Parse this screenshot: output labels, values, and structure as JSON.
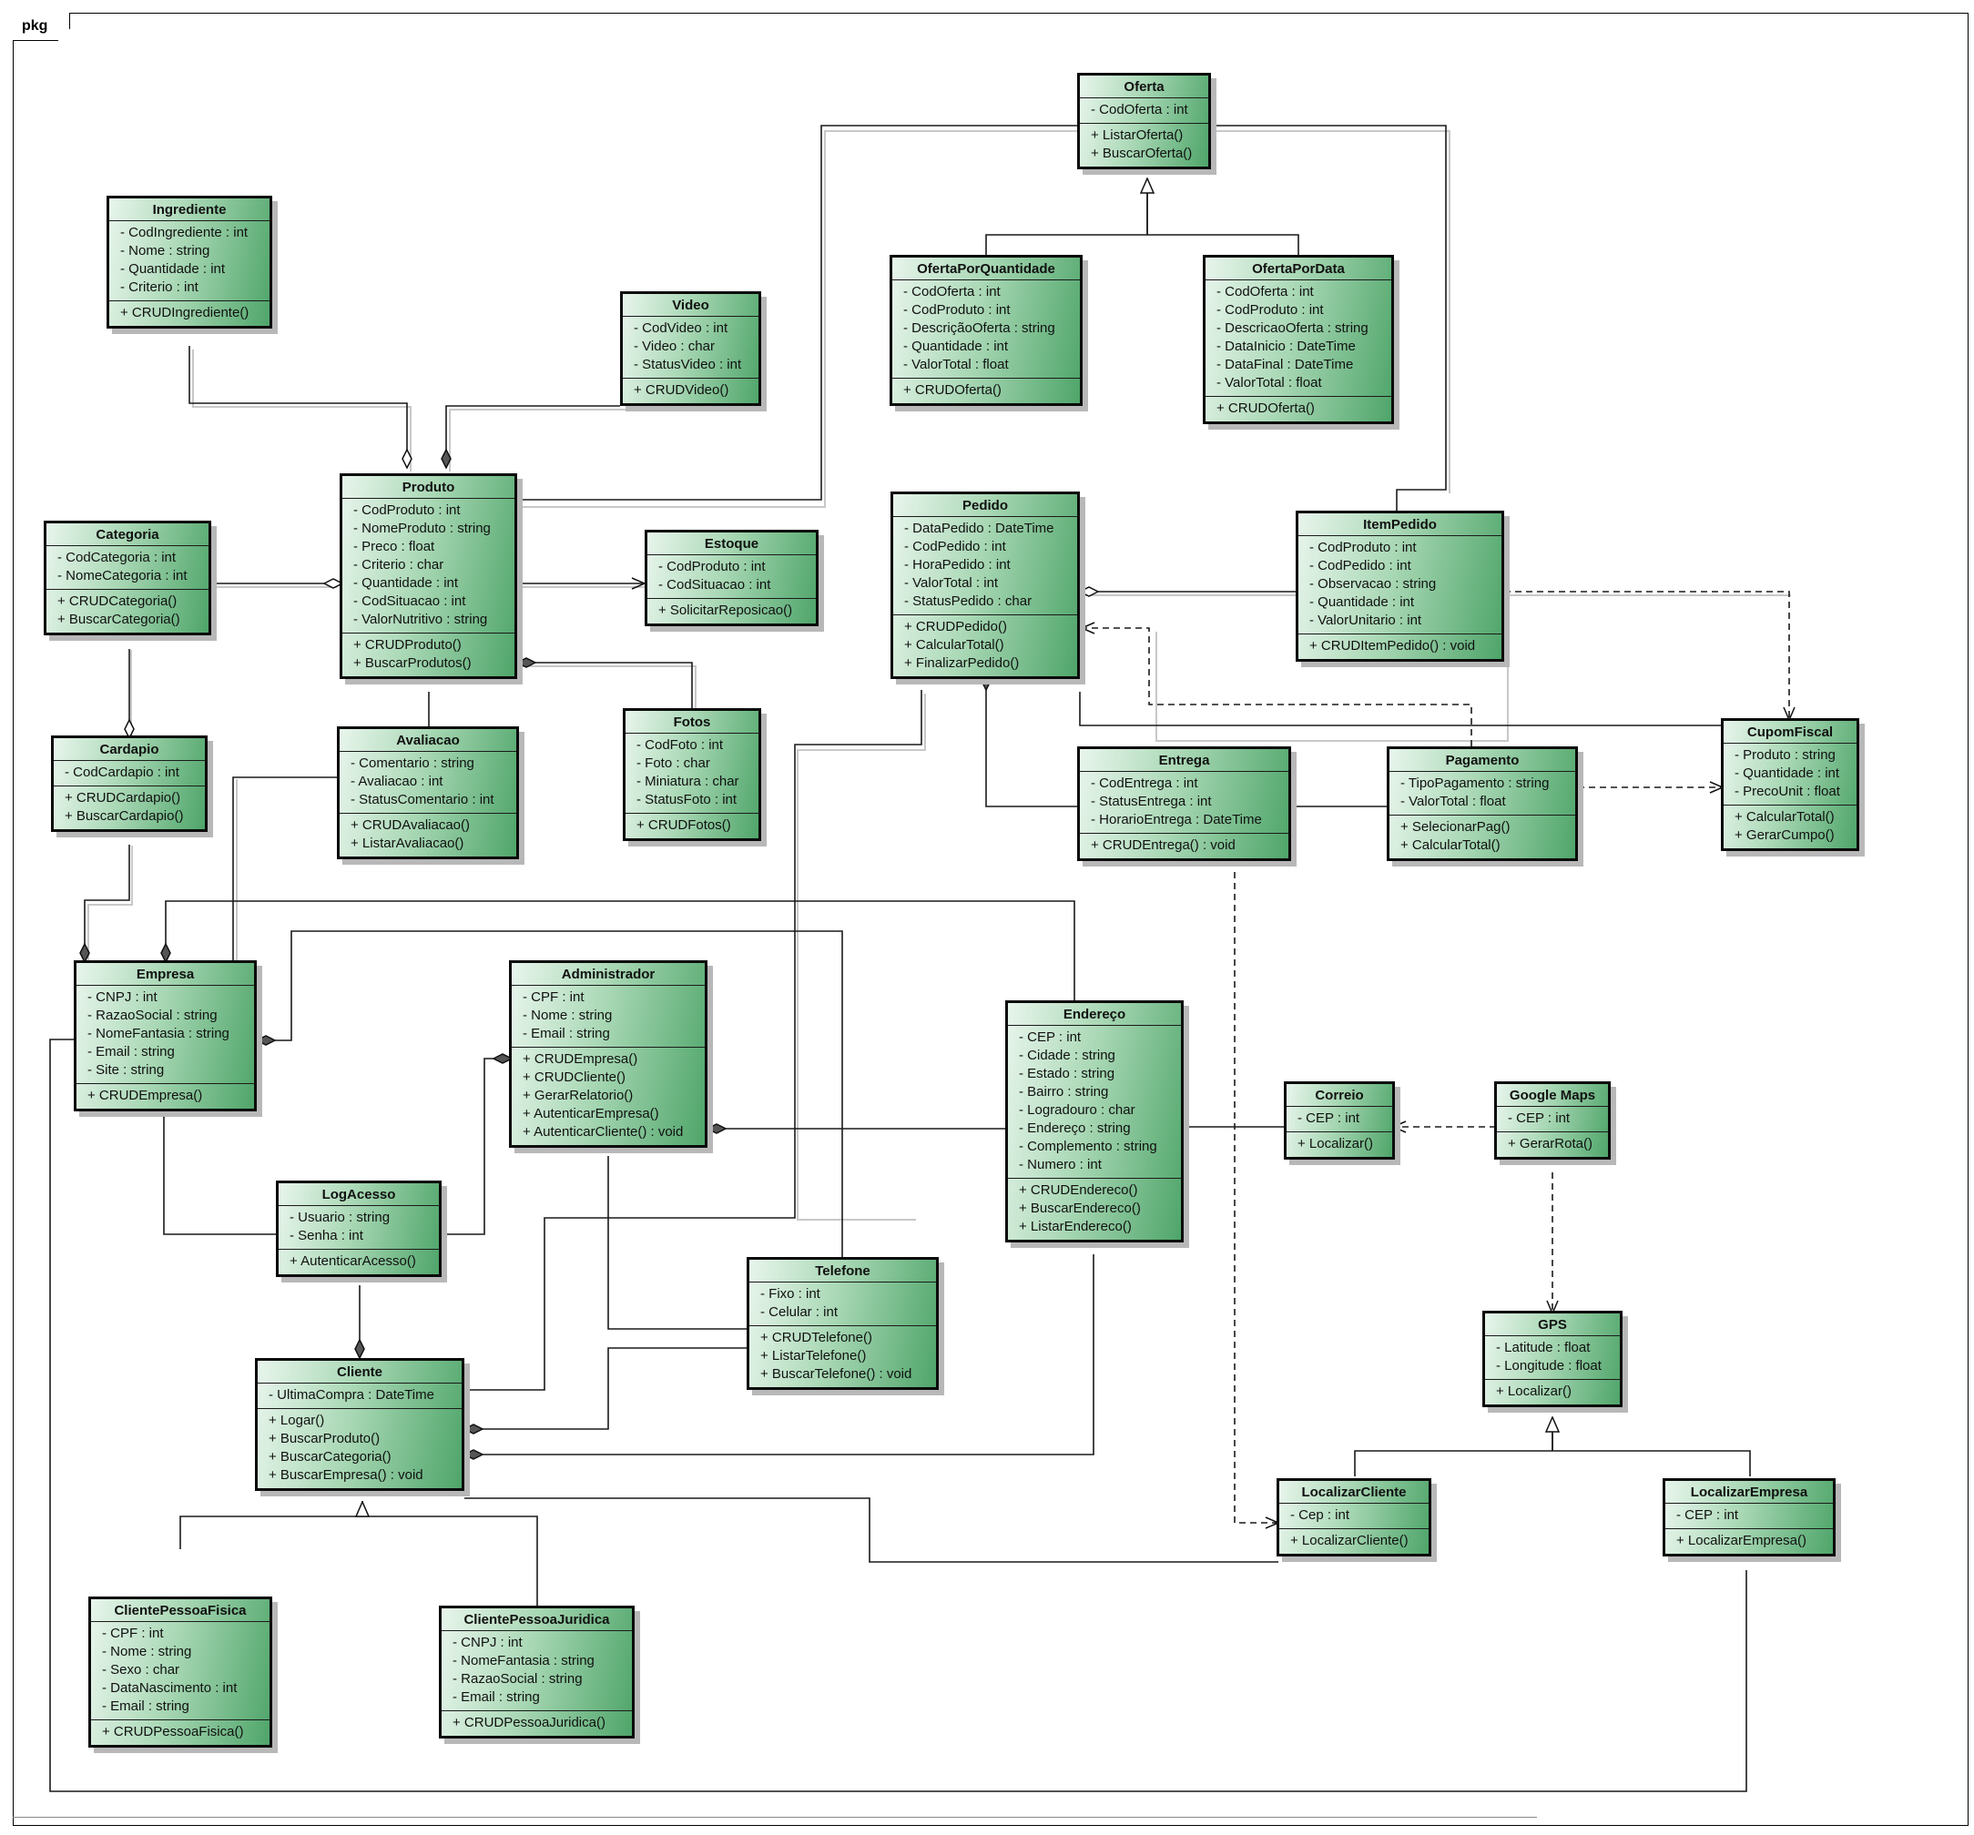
{
  "package": {
    "label": "pkg"
  },
  "classes": [
    {
      "id": "oferta",
      "name": "Oferta",
      "attrs": [
        "- CodOferta : int"
      ],
      "ops": [
        "+ ListarOferta()",
        "+ BuscarOferta()"
      ]
    },
    {
      "id": "ingrediente",
      "name": "Ingrediente",
      "attrs": [
        "- CodIngrediente : int",
        "- Nome : string",
        "- Quantidade : int",
        "- Criterio : int"
      ],
      "ops": [
        "+ CRUDIngrediente()"
      ]
    },
    {
      "id": "video",
      "name": "Video",
      "attrs": [
        "- CodVideo : int",
        "- Video : char",
        "- StatusVideo : int"
      ],
      "ops": [
        "+ CRUDVideo()"
      ]
    },
    {
      "id": "ofertaporquantidade",
      "name": "OfertaPorQuantidade",
      "attrs": [
        "- CodOferta : int",
        "- CodProduto : int",
        "- DescriçãoOferta : string",
        "- Quantidade : int",
        "- ValorTotal : float"
      ],
      "ops": [
        "+ CRUDOferta()"
      ]
    },
    {
      "id": "ofertapordata",
      "name": "OfertaPorData",
      "attrs": [
        "- CodOferta : int",
        "- CodProduto : int",
        "- DescricaoOferta : string",
        "- DataInicio : DateTime",
        "- DataFinal : DateTime",
        "- ValorTotal : float"
      ],
      "ops": [
        "+ CRUDOferta()"
      ]
    },
    {
      "id": "produto",
      "name": "Produto",
      "attrs": [
        "- CodProduto : int",
        "- NomeProduto : string",
        "- Preco : float",
        "- Criterio : char",
        "- Quantidade : int",
        "- CodSituacao : int",
        "- ValorNutritivo : string"
      ],
      "ops": [
        "+ CRUDProduto()",
        "+ BuscarProdutos()"
      ]
    },
    {
      "id": "pedido",
      "name": "Pedido",
      "attrs": [
        "- DataPedido : DateTime",
        "- CodPedido : int",
        "- HoraPedido : int",
        "- ValorTotal : int",
        "- StatusPedido : char"
      ],
      "ops": [
        "+ CRUDPedido()",
        "+ CalcularTotal()",
        "+ FinalizarPedido()"
      ]
    },
    {
      "id": "itempedido",
      "name": "ItemPedido",
      "attrs": [
        "- CodProduto : int",
        "- CodPedido : int",
        "- Observacao : string",
        "- Quantidade : int",
        "- ValorUnitario : int"
      ],
      "ops": [
        "+ CRUDItemPedido() : void"
      ]
    },
    {
      "id": "categoria",
      "name": "Categoria",
      "attrs": [
        "- CodCategoria : int",
        "- NomeCategoria : int"
      ],
      "ops": [
        "+ CRUDCategoria()",
        "+ BuscarCategoria()"
      ]
    },
    {
      "id": "estoque",
      "name": "Estoque",
      "attrs": [
        "- CodProduto : int",
        "- CodSituacao : int"
      ],
      "ops": [
        "+ SolicitarReposicao()"
      ]
    },
    {
      "id": "cupomfiscal",
      "name": "CupomFiscal",
      "attrs": [
        "- Produto : string",
        "- Quantidade : int",
        "- PrecoUnit : float"
      ],
      "ops": [
        "+ CalcularTotal()",
        "+ GerarCumpo()"
      ]
    },
    {
      "id": "fotos",
      "name": "Fotos",
      "attrs": [
        "- CodFoto : int",
        "- Foto : char",
        "- Miniatura : char",
        "- StatusFoto : int"
      ],
      "ops": [
        "+ CRUDFotos()"
      ]
    },
    {
      "id": "cardapio",
      "name": "Cardapio",
      "attrs": [
        "- CodCardapio : int"
      ],
      "ops": [
        "+ CRUDCardapio()",
        "+ BuscarCardapio()"
      ]
    },
    {
      "id": "avaliacao",
      "name": "Avaliacao",
      "attrs": [
        "- Comentario : string",
        "- Avaliacao : int",
        "- StatusComentario : int"
      ],
      "ops": [
        "+ CRUDAvaliacao()",
        "+ ListarAvaliacao()"
      ]
    },
    {
      "id": "entrega",
      "name": "Entrega",
      "attrs": [
        "- CodEntrega : int",
        "- StatusEntrega : int",
        "- HorarioEntrega : DateTime"
      ],
      "ops": [
        "+ CRUDEntrega() : void"
      ]
    },
    {
      "id": "pagamento",
      "name": "Pagamento",
      "attrs": [
        "- TipoPagamento : string",
        "- ValorTotal : float"
      ],
      "ops": [
        "+ SelecionarPag()",
        "+ CalcularTotal()"
      ]
    },
    {
      "id": "empresa",
      "name": "Empresa",
      "attrs": [
        "- CNPJ : int",
        "- RazaoSocial : string",
        "- NomeFantasia : string",
        "- Email : string",
        "- Site : string"
      ],
      "ops": [
        "+ CRUDEmpresa()"
      ]
    },
    {
      "id": "administrador",
      "name": "Administrador",
      "attrs": [
        "- CPF : int",
        "- Nome : string",
        "- Email : string"
      ],
      "ops": [
        "+ CRUDEmpresa()",
        "+ CRUDCliente()",
        "+ GerarRelatorio()",
        "+ AutenticarEmpresa()",
        "+ AutenticarCliente() : void"
      ]
    },
    {
      "id": "endereco",
      "name": "Endereço",
      "attrs": [
        "- CEP : int",
        "- Cidade : string",
        "- Estado : string",
        "- Bairro : string",
        "- Logradouro : char",
        "- Endereço : string",
        "- Complemento : string",
        "- Numero : int"
      ],
      "ops": [
        "+ CRUDEndereco()",
        "+ BuscarEndereco()",
        "+ ListarEndereco()"
      ]
    },
    {
      "id": "correio",
      "name": "Correio",
      "attrs": [
        "- CEP : int"
      ],
      "ops": [
        "+ Localizar()"
      ]
    },
    {
      "id": "googlemaps",
      "name": "Google Maps",
      "attrs": [
        "- CEP : int"
      ],
      "ops": [
        "+ GerarRota()"
      ]
    },
    {
      "id": "logacesso",
      "name": "LogAcesso",
      "attrs": [
        "- Usuario : string",
        "- Senha : int"
      ],
      "ops": [
        "+ AutenticarAcesso()"
      ]
    },
    {
      "id": "telefone",
      "name": "Telefone",
      "attrs": [
        "- Fixo : int",
        "- Celular : int"
      ],
      "ops": [
        "+ CRUDTelefone()",
        "+ ListarTelefone()",
        "+ BuscarTelefone() : void"
      ]
    },
    {
      "id": "gps",
      "name": "GPS",
      "attrs": [
        "- Latitude : float",
        "- Longitude : float"
      ],
      "ops": [
        "+ Localizar()"
      ]
    },
    {
      "id": "cliente",
      "name": "Cliente",
      "attrs": [
        "- UltimaCompra : DateTime"
      ],
      "ops": [
        "+ Logar()",
        "+ BuscarProduto()",
        "+ BuscarCategoria()",
        "+ BuscarEmpresa() : void"
      ]
    },
    {
      "id": "localizarcliente",
      "name": "LocalizarCliente",
      "attrs": [
        "- Cep : int"
      ],
      "ops": [
        "+ LocalizarCliente()"
      ]
    },
    {
      "id": "localizarempresa",
      "name": "LocalizarEmpresa",
      "attrs": [
        "- CEP : int"
      ],
      "ops": [
        "+ LocalizarEmpresa()"
      ]
    },
    {
      "id": "clientepessoafisica",
      "name": "ClientePessoaFisica",
      "attrs": [
        "- CPF : int",
        "- Nome : string",
        "- Sexo : char",
        "- DataNascimento : int",
        "- Email : string"
      ],
      "ops": [
        "+ CRUDPessoaFisica()"
      ]
    },
    {
      "id": "clientepessoajuridica",
      "name": "ClientePessoaJuridica",
      "attrs": [
        "- CNPJ : int",
        "- NomeFantasia : string",
        "- RazaoSocial : string",
        "- Email : string"
      ],
      "ops": [
        "+ CRUDPessoaJuridica()"
      ]
    }
  ]
}
